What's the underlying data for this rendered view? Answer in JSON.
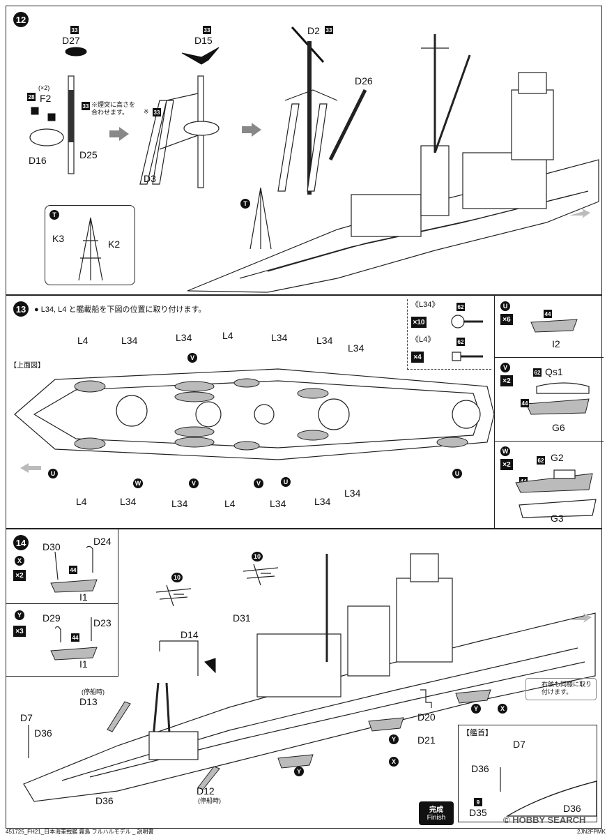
{
  "step12": {
    "number": "12",
    "parts": {
      "d27": "D27",
      "d15": "D15",
      "d2": "D2",
      "d26": "D26",
      "f2": "F2",
      "x2": "(×2)",
      "d16": "D16",
      "d25": "D25",
      "d3": "D3",
      "k3": "K3",
      "k2": "K2"
    },
    "tags": {
      "t33": "33",
      "t28": "28"
    },
    "note": "※煙突に高さを合わせます。",
    "note_mark": "※",
    "markT": "T"
  },
  "step13": {
    "number": "13",
    "instruction": "L34, L4 と艦載船を下図の位置に取り付けます。",
    "view_label": "【上面図】",
    "labels": {
      "l4": "L4",
      "l34": "L34"
    },
    "markers": {
      "u": "U",
      "v": "V",
      "w": "W"
    },
    "legend_l34": "《L34》",
    "legend_l4": "《L4》",
    "mult_x10": "×10",
    "mult_x4": "×4",
    "mult_x6": "×6",
    "mult_x2": "×2",
    "tag62": "62",
    "tag44": "44",
    "u_part": "I2",
    "v_part_top": "Qs1",
    "v_part_bottom": "G6",
    "w_part_top": "G2",
    "w_part_bottom": "G3"
  },
  "step14": {
    "number": "14",
    "x_group": {
      "mark": "X",
      "mult": "×2",
      "parts": [
        "D30",
        "D24"
      ],
      "boat": "I1",
      "tag": "44"
    },
    "y_group": {
      "mark": "Y",
      "mult": "×3",
      "parts": [
        "D29",
        "D23"
      ],
      "boat": "I1",
      "tag": "44"
    },
    "labels": {
      "d31": "D31",
      "d14": "D14",
      "d13": "D13",
      "d13_note": "(停船時)",
      "d7": "D7",
      "d36": "D36",
      "d12": "D12",
      "d12_note": "(停船時)",
      "d20": "D20",
      "d21": "D21",
      "d35": "D35"
    },
    "tag10": "10",
    "tag9": "9",
    "side_note": "右舷も同様に取り付けます。",
    "bow_label": "【艦首】",
    "finish_jp": "完成",
    "finish_en": "Finish"
  },
  "footer": {
    "left": "451725_FH21_日本海軍戦艦 霧島 フルハルモデル _ 説明書",
    "right": "2JN2FPMK",
    "logo": "© HOBBY SEARCH"
  }
}
